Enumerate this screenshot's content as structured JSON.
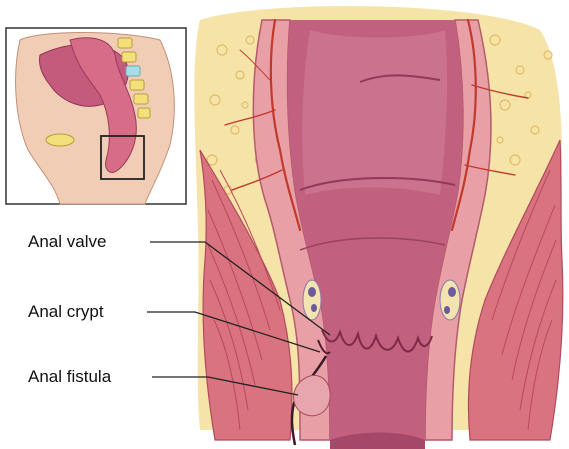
{
  "labels": {
    "anal_valve": "Anal valve",
    "anal_crypt": "Anal crypt",
    "anal_fistula": "Anal fistula"
  },
  "colors": {
    "fat": "#f6e3a8",
    "fat_lobule": "#e8c46f",
    "rectal_wall": "#e8a0a6",
    "lumen_dark": "#b04e6e",
    "lumen_light": "#c86a86",
    "muscle": "#d96a7a",
    "muscle_stripe": "#c04a60",
    "vessel": "#c0392b",
    "vein": "#6b5b9a",
    "leader_line": "#222222"
  }
}
